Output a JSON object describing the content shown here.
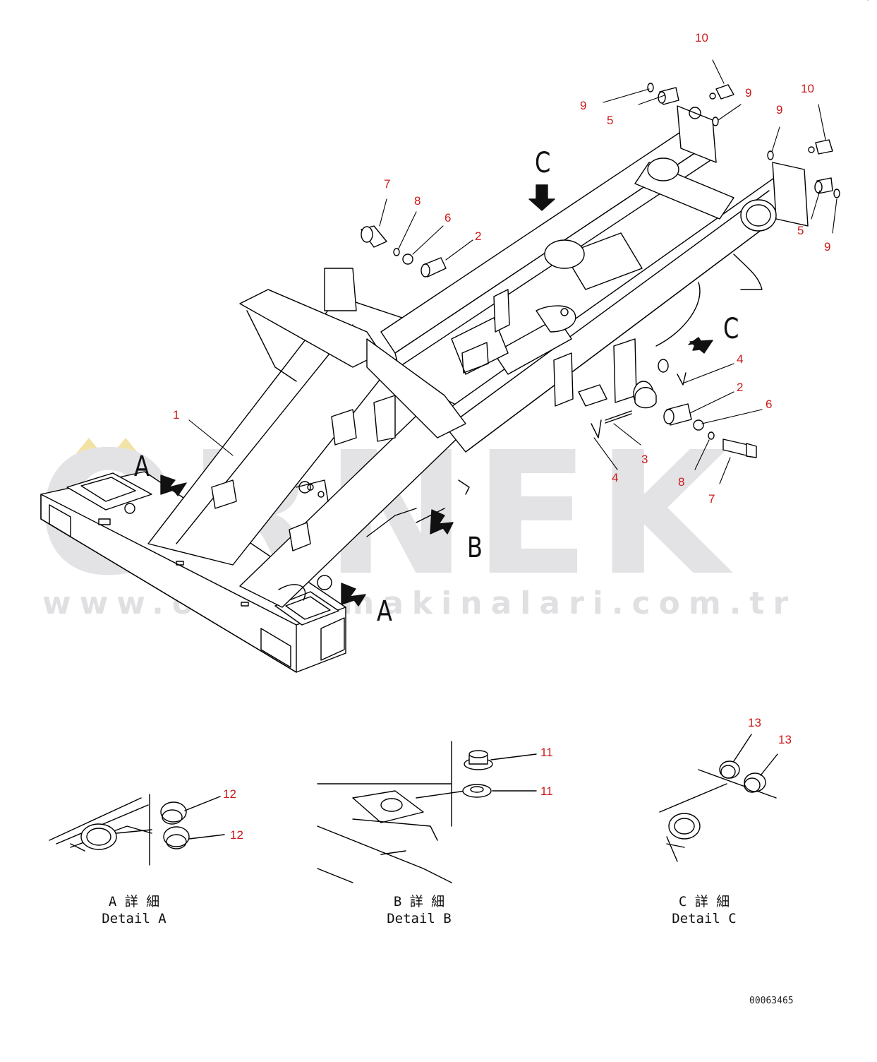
{
  "watermark": {
    "brand": "ÖRNEK",
    "url": "www.orneksmakinalari.com.tr",
    "accent_color": "#f2e2a6",
    "text_color": "#e3e3e6"
  },
  "diagram": {
    "line_color": "#000000",
    "callout_color": "#cc1a1a",
    "callouts": {
      "c1": "1",
      "c2a": "2",
      "c2b": "2",
      "c3": "3",
      "c4a": "4",
      "c4b": "4",
      "c5a": "5",
      "c5b": "5",
      "c6a": "6",
      "c6b": "6",
      "c7a": "7",
      "c7b": "7",
      "c8a": "8",
      "c8b": "8",
      "c9a": "9",
      "c9b": "9",
      "c9c": "9",
      "c9d": "9",
      "c10a": "10",
      "c10b": "10",
      "c11a": "11",
      "c11b": "11",
      "c12a": "12",
      "c12b": "12",
      "c13a": "13",
      "c13b": "13"
    },
    "view_markers": {
      "a_left": "A",
      "a_bottom": "A",
      "b": "B",
      "c_top": "C",
      "c_right": "C"
    },
    "details": [
      {
        "jp": "A 詳 細",
        "en": "Detail A"
      },
      {
        "jp": "B 詳 細",
        "en": "Detail B"
      },
      {
        "jp": "C 詳 細",
        "en": "Detail C"
      }
    ],
    "document_number": "00063465"
  }
}
